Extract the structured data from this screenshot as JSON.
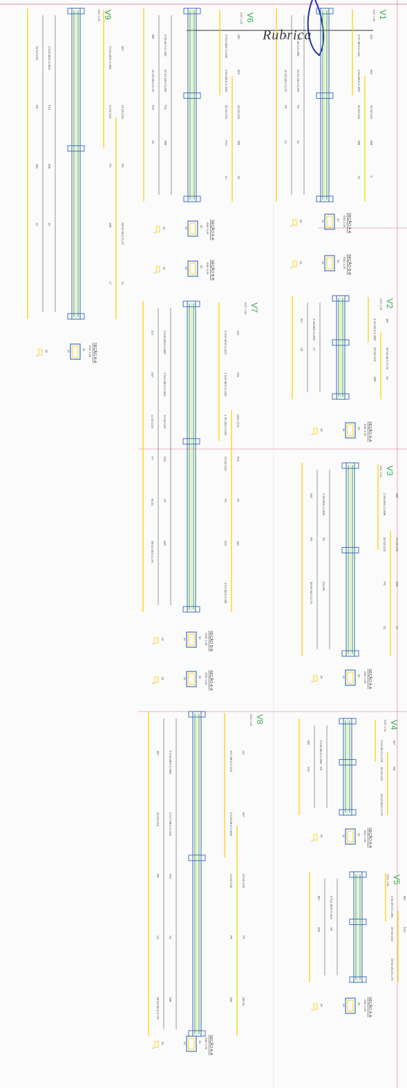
{
  "stamp": {
    "rubrica": "Rubrica"
  },
  "colors": {
    "green": "#3aa64a",
    "blue": "#2f63b8",
    "yellow": "#ffd21c",
    "dim": "#555555",
    "frame": "#e06a8a",
    "ink": "#1e2fa6"
  },
  "beams": [
    {
      "id": "V1",
      "scale": "ESC 1:50",
      "bars": [
        "2 N7 ø8.0 C=416",
        "410",
        "2 N4 ø6.3 C=392",
        "282",
        "2 N6 ø8.0 C=560",
        "562",
        "24 N1 ø5.0 C=68",
        "10 N2 ø5.0 C=75",
        "20 N2 c/15",
        "10 N2 c/15",
        "P2",
        "P3",
        "280",
        "289",
        "10",
        "14",
        "24",
        "5"
      ]
    },
    {
      "id": "V6",
      "scale": "ESC 1:50",
      "bars": [
        "2 N12 ø8.0 C=430",
        "430",
        "2 N3 ø6.3 C=392",
        "282",
        "2 N6 ø8.0 C=560",
        "562",
        "24 N1 ø5.0 C=68",
        "10 N2 ø5.0 C=75",
        "20 N2 c/15",
        "10 N2 c/15",
        "P11",
        "P12",
        "P13",
        "280",
        "289",
        "10",
        "14",
        "26"
      ]
    },
    {
      "id": "V9",
      "scale": "ESC 1:50",
      "bars": [
        "2 N14 ø8.0 C=951",
        "937",
        "2 N12 ø8.0 C=943",
        "23 N2 c/15",
        "11 N2 c/15",
        "23 N2 c/15",
        "P13",
        "P9",
        "P6",
        "P5",
        "339",
        "184",
        "339",
        "69 N2 ø5.0 C=75",
        "10",
        "14",
        "17",
        "14"
      ]
    },
    {
      "id": "V2",
      "scale": "ESC 1:50",
      "bars": [
        "2 N4 ø6.3 C=392",
        "387",
        "2 N8 ø8.0 C=922",
        "917",
        "20 N2 c/15",
        "30 N2 ø5.0 C=75",
        "V7",
        "V8",
        "289",
        "24"
      ]
    },
    {
      "id": "V7",
      "scale": "ESC 1:50",
      "bars": [
        "2 N14 ø8.0 C=223",
        "221",
        "2 N16 ø8.0 C=982",
        "917",
        "1 N15 ø8.0 C=435",
        "431",
        "2 N13 ø8.0 C=943",
        "937",
        "2 N1 ø5.0 C=68",
        "ON1 C/12",
        "15 N2 c/15",
        "11 N2 c/15",
        "23 N2 c/15",
        "P11",
        "P10",
        "P7",
        "P4",
        "P1",
        "V2",
        "94.01",
        "219",
        "100",
        "339",
        "49 N2 ø5.0 C=75",
        "6 N1 ø5.0 C=68"
      ]
    },
    {
      "id": "V3",
      "scale": "ESC 1:50",
      "bars": [
        "2 N9 ø8.0 C=588",
        "582",
        "2 N6 ø8.0 C=566",
        "562",
        "30 N2 c/15",
        "15 N2 c/15",
        "P4",
        "P5",
        "P6",
        "286",
        "214.99",
        "39 N2 ø5.0 C=75",
        "10",
        "14"
      ]
    },
    {
      "id": "V4",
      "scale": "ESC 1:50",
      "bars": [
        "2 N4 ø6.3 C=278",
        "267",
        "3 N10 ø8.0 C=288",
        "282",
        "15 N2 c/15",
        "P8",
        "P9",
        "215",
        "19 N2 ø5.0 C=75"
      ]
    },
    {
      "id": "V5",
      "scale": "ESC 1:50",
      "bars": [
        "2 N4 ø6.3 C=392",
        "387",
        "3 N11 ø8.0 C=916",
        "907",
        "20 N2 c/15",
        "P10",
        "V8",
        "286",
        "26 N2 ø5.0 C=75"
      ]
    },
    {
      "id": "V8",
      "scale": "ESC 1:50",
      "bars": [
        "N17 ø8.0 C=119",
        "111",
        "2 N18 ø8.0 C=981",
        "937",
        "2 N19 ø8.0 C=940",
        "937",
        "1 N17 ø8.0 C=119",
        "23 N2 c/15",
        "13 N2 c/15",
        "23 N2 c/15",
        "P12",
        "P8",
        "P5",
        "P2",
        "V6",
        "V2",
        "339",
        "184.01",
        "339",
        "89 N2 ø5.0 C=75"
      ]
    }
  ],
  "sections": [
    {
      "title": "SEÇÃO A-A",
      "scale": "ESC 1:25",
      "w": "30",
      "h": "12"
    },
    {
      "title": "SEÇÃO B-B",
      "scale": "ESC 1:25",
      "w": "30",
      "h": "12"
    },
    {
      "title": "SEÇÃO A-A",
      "scale": "ESC 1:25",
      "w": "20",
      "h": "12"
    },
    {
      "title": "SEÇÃO B-B",
      "scale": "ESC 1:25",
      "w": "20",
      "h": "12"
    },
    {
      "title": "SEÇÃO A-A",
      "scale": "ESC 1:25",
      "w": "30",
      "h": "12"
    },
    {
      "title": "SEÇÃO A-A",
      "scale": "ESC 1:25",
      "w": "30",
      "h": "12"
    },
    {
      "title": "SEÇÃO A-A",
      "scale": "ESC 1:25",
      "w": "30",
      "h": "12"
    },
    {
      "title": "SEÇÃO B-B",
      "scale": "ESC 1:25",
      "w": "30",
      "h": "12"
    },
    {
      "title": "SEÇÃO A-A",
      "scale": "ESC 1:25",
      "w": "30",
      "h": "12"
    },
    {
      "title": "SEÇÃO A-A",
      "scale": "ESC 1:25",
      "w": "30",
      "h": "12"
    },
    {
      "title": "SEÇÃO A-A",
      "scale": "ESC 1:25",
      "w": "30",
      "h": "12"
    },
    {
      "title": "SEÇÃO A-A",
      "scale": "ESC 1:25",
      "w": "30",
      "h": "12"
    }
  ],
  "stirrup": {
    "a": "7",
    "b": "25"
  }
}
